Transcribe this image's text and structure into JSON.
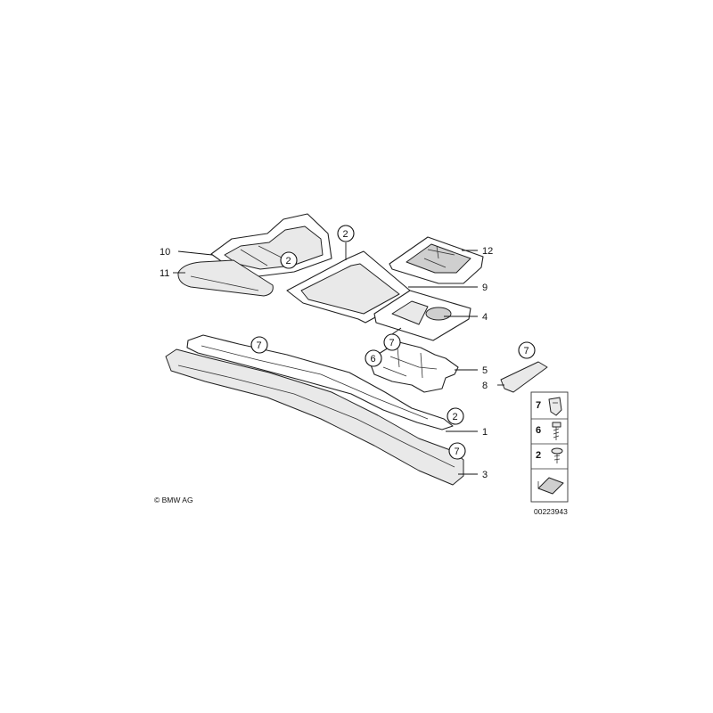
{
  "copyright": "© BMW AG",
  "diagram_id": "00223943",
  "callouts": [
    "1",
    "2",
    "3",
    "4",
    "5",
    "6",
    "7",
    "8",
    "9",
    "10",
    "11",
    "12"
  ],
  "circled": [
    "2",
    "2",
    "2",
    "6",
    "7",
    "7",
    "7",
    "7"
  ],
  "legend": [
    "7",
    "6",
    "2"
  ]
}
